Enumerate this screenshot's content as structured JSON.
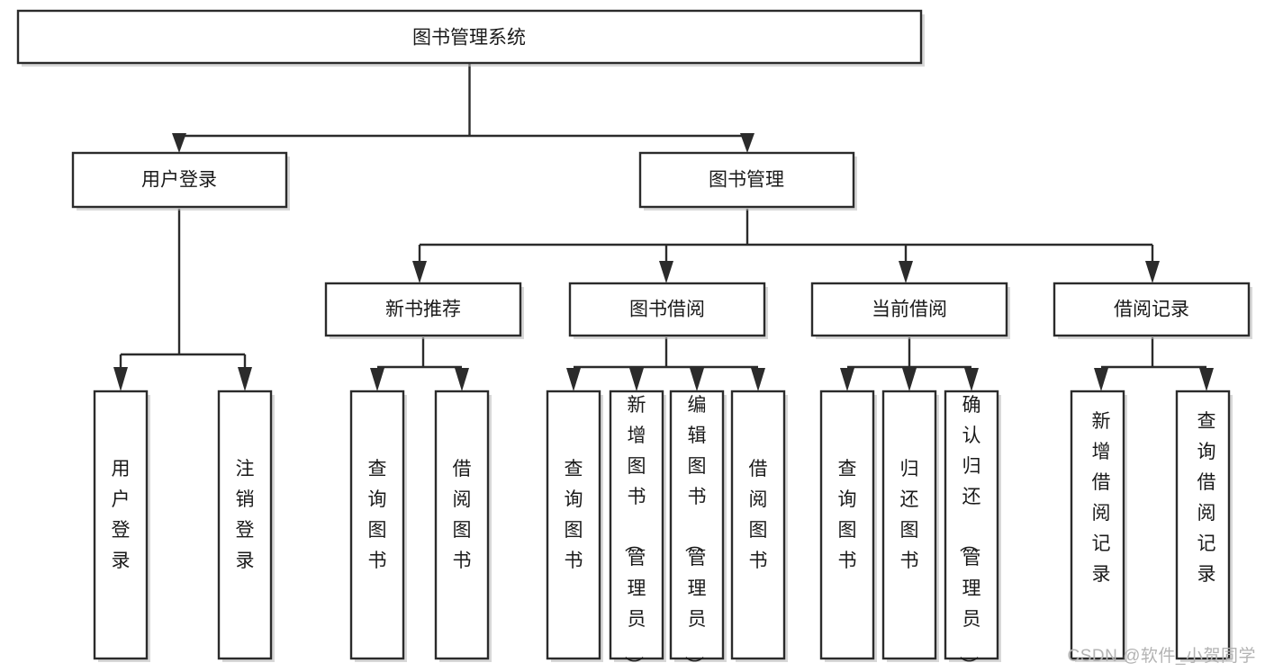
{
  "diagram": {
    "type": "tree-hierarchy-chart",
    "title": "图书管理系统",
    "watermark": "CSDN @软件_小贺同学",
    "colors": {
      "stroke": "#2b2b2b",
      "fill": "#ffffff",
      "text": "#1a1a1a",
      "watermark": "#b3b3b3",
      "background": "#ffffff"
    },
    "levels": [
      {
        "level": 1,
        "nodes": [
          {
            "id": "root",
            "label": "图书管理系统",
            "orientation": "horizontal"
          }
        ]
      },
      {
        "level": 2,
        "nodes": [
          {
            "id": "user-login",
            "label": "用户登录",
            "orientation": "horizontal",
            "parent": "root"
          },
          {
            "id": "book-mgmt",
            "label": "图书管理",
            "orientation": "horizontal",
            "parent": "root"
          }
        ]
      },
      {
        "level": 3,
        "nodes": [
          {
            "id": "new-book-rec",
            "label": "新书推荐",
            "orientation": "horizontal",
            "parent": "book-mgmt"
          },
          {
            "id": "book-borrow",
            "label": "图书借阅",
            "orientation": "horizontal",
            "parent": "book-mgmt"
          },
          {
            "id": "current-borrow",
            "label": "当前借阅",
            "orientation": "horizontal",
            "parent": "book-mgmt"
          },
          {
            "id": "borrow-record",
            "label": "借阅记录",
            "orientation": "horizontal",
            "parent": "book-mgmt"
          }
        ]
      },
      {
        "level": 4,
        "nodes": [
          {
            "id": "leaf-user-login",
            "label": "用户登录",
            "orientation": "vertical",
            "parent": "user-login"
          },
          {
            "id": "leaf-logout",
            "label": "注销登录",
            "orientation": "vertical",
            "parent": "user-login"
          },
          {
            "id": "leaf-query-book-1",
            "label": "查询图书",
            "orientation": "vertical",
            "parent": "new-book-rec"
          },
          {
            "id": "leaf-borrow-book-1",
            "label": "借阅图书",
            "orientation": "vertical",
            "parent": "new-book-rec"
          },
          {
            "id": "leaf-query-book-2",
            "label": "查询图书",
            "orientation": "vertical",
            "parent": "book-borrow"
          },
          {
            "id": "leaf-add-book",
            "label": "新增图书（管理员）",
            "orientation": "vertical",
            "parent": "book-borrow"
          },
          {
            "id": "leaf-edit-book",
            "label": "编辑图书（管理员）",
            "orientation": "vertical",
            "parent": "book-borrow"
          },
          {
            "id": "leaf-borrow-book-2",
            "label": "借阅图书",
            "orientation": "vertical",
            "parent": "book-borrow"
          },
          {
            "id": "leaf-query-book-3",
            "label": "查询图书",
            "orientation": "vertical",
            "parent": "current-borrow"
          },
          {
            "id": "leaf-return-book",
            "label": "归还图书",
            "orientation": "vertical",
            "parent": "current-borrow"
          },
          {
            "id": "leaf-confirm-return",
            "label": "确认归还（管理员）",
            "orientation": "vertical",
            "parent": "current-borrow"
          },
          {
            "id": "leaf-add-record",
            "label": "新增借阅记录",
            "orientation": "vertical",
            "parent": "borrow-record"
          },
          {
            "id": "leaf-query-record",
            "label": "查询借阅记录",
            "orientation": "vertical",
            "parent": "borrow-record"
          }
        ]
      }
    ]
  }
}
